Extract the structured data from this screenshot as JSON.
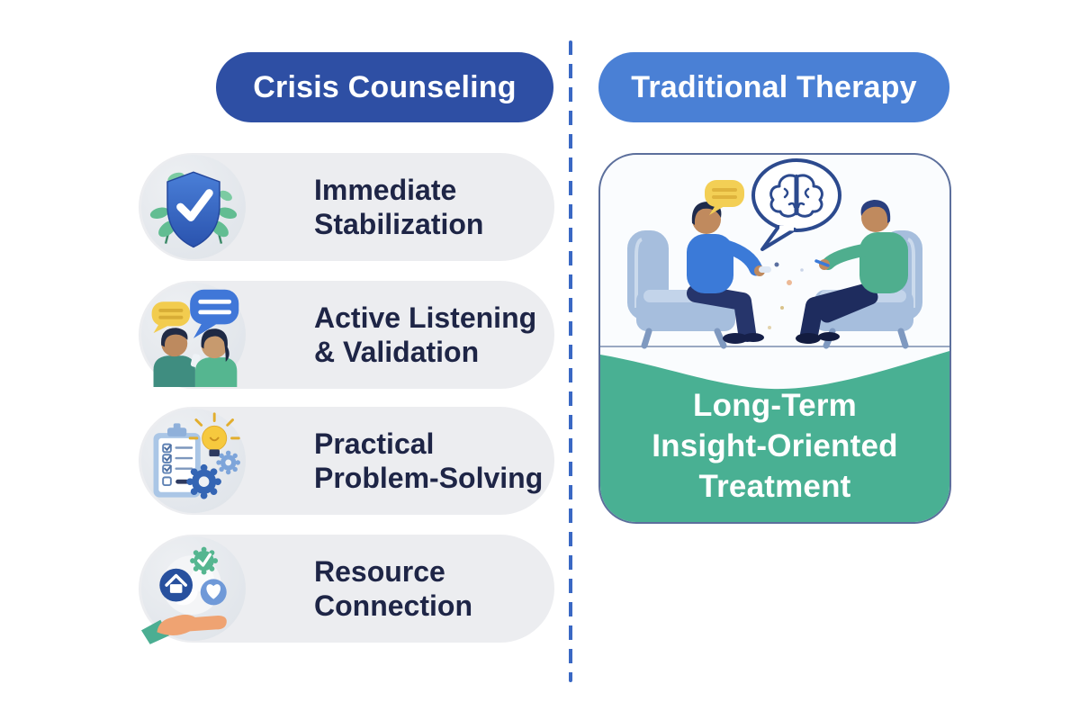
{
  "page": {
    "background": "#ffffff"
  },
  "divider": {
    "type": "vertical-dashed-line",
    "color": "#3a68c4"
  },
  "left_column": {
    "header": {
      "label": "Crisis Counseling",
      "bg": "#2e4fa4",
      "text_color": "#ffffff"
    },
    "item_bg": "#ecedf0",
    "item_text_color": "#1e2546",
    "items": [
      {
        "label": "Immediate\nStabilization",
        "icon": "shield-check-with-leaves-icon"
      },
      {
        "label": "Active Listening\n& Validation",
        "icon": "two-people-speech-bubbles-icon"
      },
      {
        "label": "Practical\nProblem-Solving",
        "icon": "checklist-lightbulb-gears-icon"
      },
      {
        "label": "Resource\nConnection",
        "icon": "hand-holding-home-heart-badge-icon"
      }
    ]
  },
  "right_column": {
    "header": {
      "label": "Traditional Therapy",
      "bg": "#4a80d5",
      "text_color": "#ffffff"
    },
    "card": {
      "illustration": "therapist-and-client-session-with-brain-thought-bubble",
      "caption": "Long-Term\nInsight-Oriented\nTreatment",
      "caption_bg": "#49b093",
      "caption_text_color": "#ffffff",
      "border_color": "#5c6f9c"
    }
  }
}
